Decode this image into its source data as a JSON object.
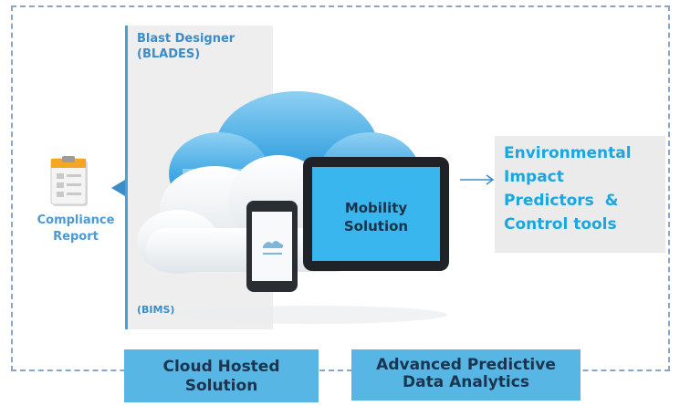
{
  "blast_designer": {
    "line1": "Blast Designer",
    "line2": "(BLADES)"
  },
  "bims_label": "(BIMS)",
  "compliance": {
    "line1": "Compliance",
    "line2": "Report"
  },
  "tablet_label": {
    "line1": "Mobility",
    "line2": "Solution"
  },
  "environmental": {
    "lines": [
      "Environmental",
      "Impact",
      "Predictors  &",
      "Control tools"
    ]
  },
  "cloud_hosted": {
    "line1": "Cloud Hosted",
    "line2": "Solution"
  },
  "analytics": {
    "line1": "Advanced Predictive",
    "line2": "Data Analytics"
  },
  "colors": {
    "accent_blue": "#3a8dc8",
    "box_blue": "#57b6e4",
    "env_text": "#1aa7e0",
    "panel_grey": "#eeeeee"
  }
}
